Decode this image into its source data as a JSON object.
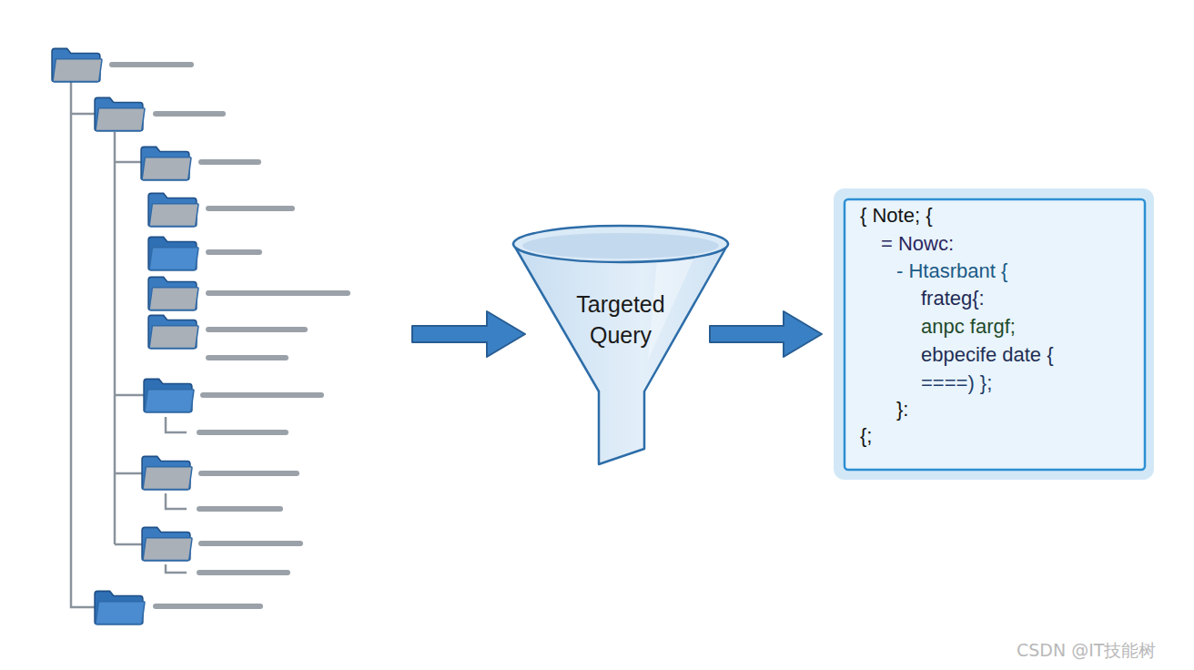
{
  "diagram": {
    "nodes": [
      {
        "text": [
          "Targeted Query"
        ]
      },
      {
        "text": [
          "{ Note; {",
          "= Nowc:",
          "- Htasrbant {",
          "frateg{:",
          "anpc fargf;",
          "ebpecife date {",
          "====) };",
          "}:",
          "{;"
        ]
      }
    ],
    "edges": [
      {
        "from": 0,
        "to": 1,
        "arrow": "to"
      }
    ],
    "labels": [
      "CSDN @IT技能树"
    ]
  }
}
